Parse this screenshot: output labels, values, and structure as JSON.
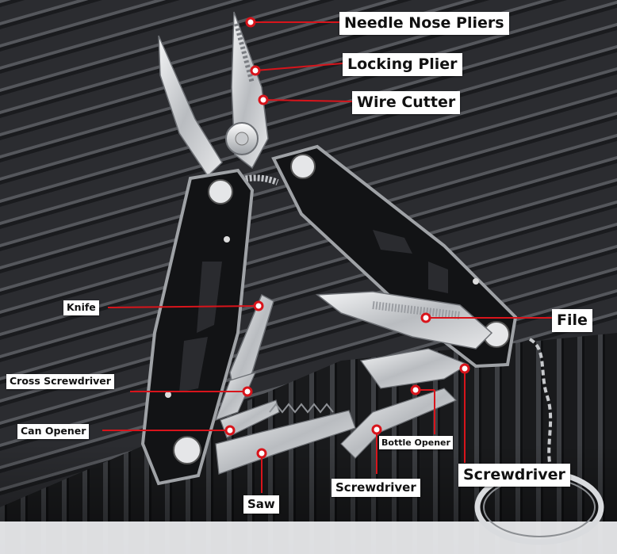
{
  "product": "multitool pliers",
  "colors": {
    "leader": "#d8141b",
    "marker_fill": "#ffffff",
    "label_bg": "#ffffff",
    "label_text": "#111111"
  },
  "labels": {
    "needle_nose_pliers": "Needle Nose Pliers",
    "locking_plier": "Locking Plier",
    "wire_cutter": "Wire Cutter",
    "file": "File",
    "knife": "Knife",
    "cross_screwdriver": "Cross Screwdriver",
    "can_opener": "Can Opener",
    "bottle_opener": "Bottle Opener",
    "screwdriver_small": "Screwdriver",
    "screwdriver_large": "Screwdriver",
    "saw": "Saw"
  }
}
